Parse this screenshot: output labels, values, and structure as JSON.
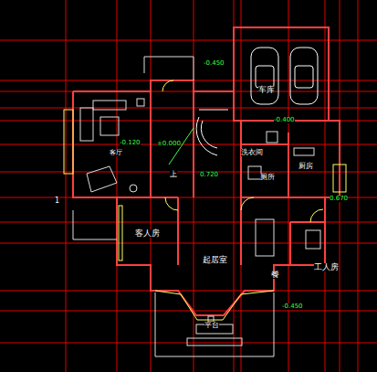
{
  "diagram": {
    "labels": [
      "-0.450",
      "车库",
      "-0.400",
      "客厅",
      "-0.120",
      "±0.000",
      "上",
      "0.720",
      "洗衣间",
      "厕所",
      "厨房",
      "0.670",
      "1",
      "客人房",
      "起居室",
      "餐",
      "工人房",
      "-0.450",
      "平台"
    ]
  }
}
